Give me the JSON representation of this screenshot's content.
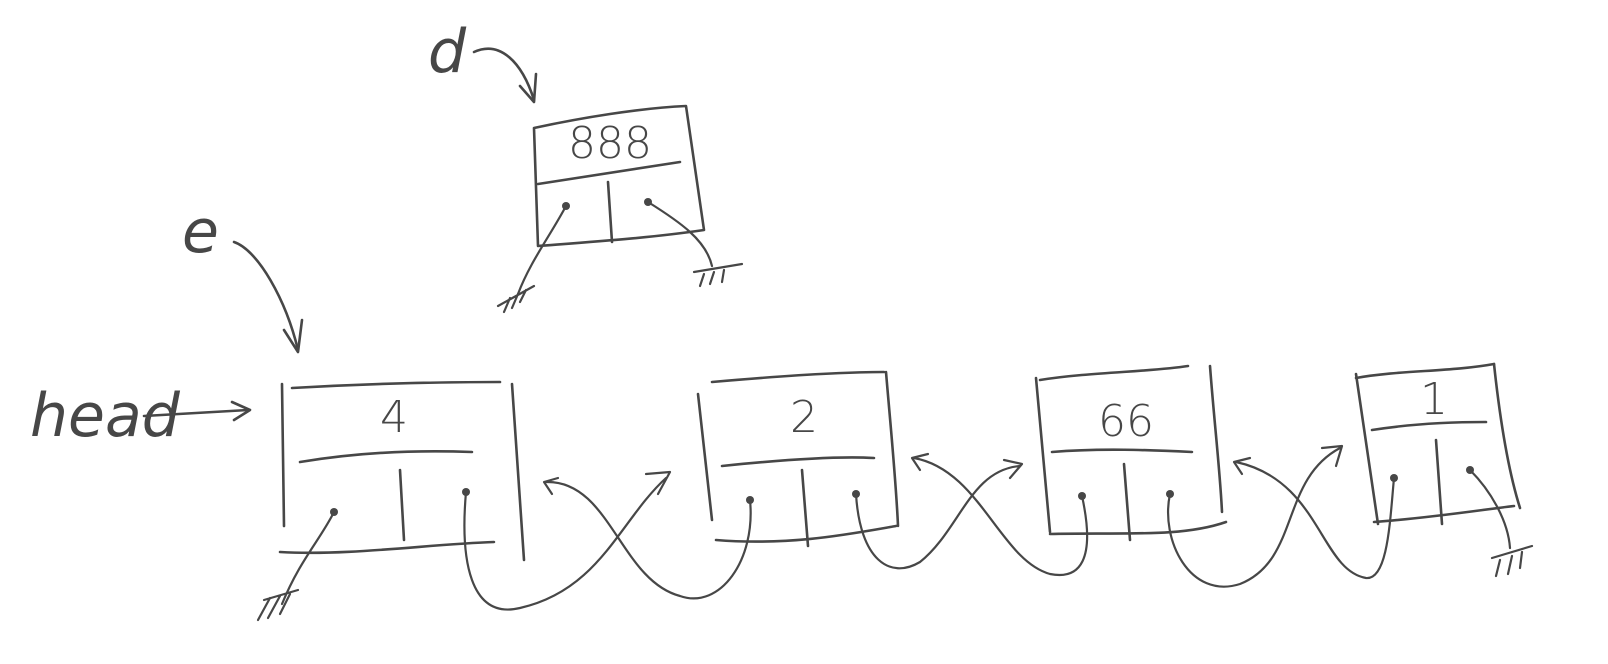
{
  "labels": {
    "head": "head",
    "e": "e",
    "d": "d"
  },
  "nodes": {
    "n888": {
      "value": "888"
    },
    "n4": {
      "value": "4"
    },
    "n2": {
      "value": "2"
    },
    "n66": {
      "value": "66"
    },
    "n1": {
      "value": "1"
    }
  },
  "colors": {
    "ink": "#474747",
    "background": "#ffffff"
  }
}
